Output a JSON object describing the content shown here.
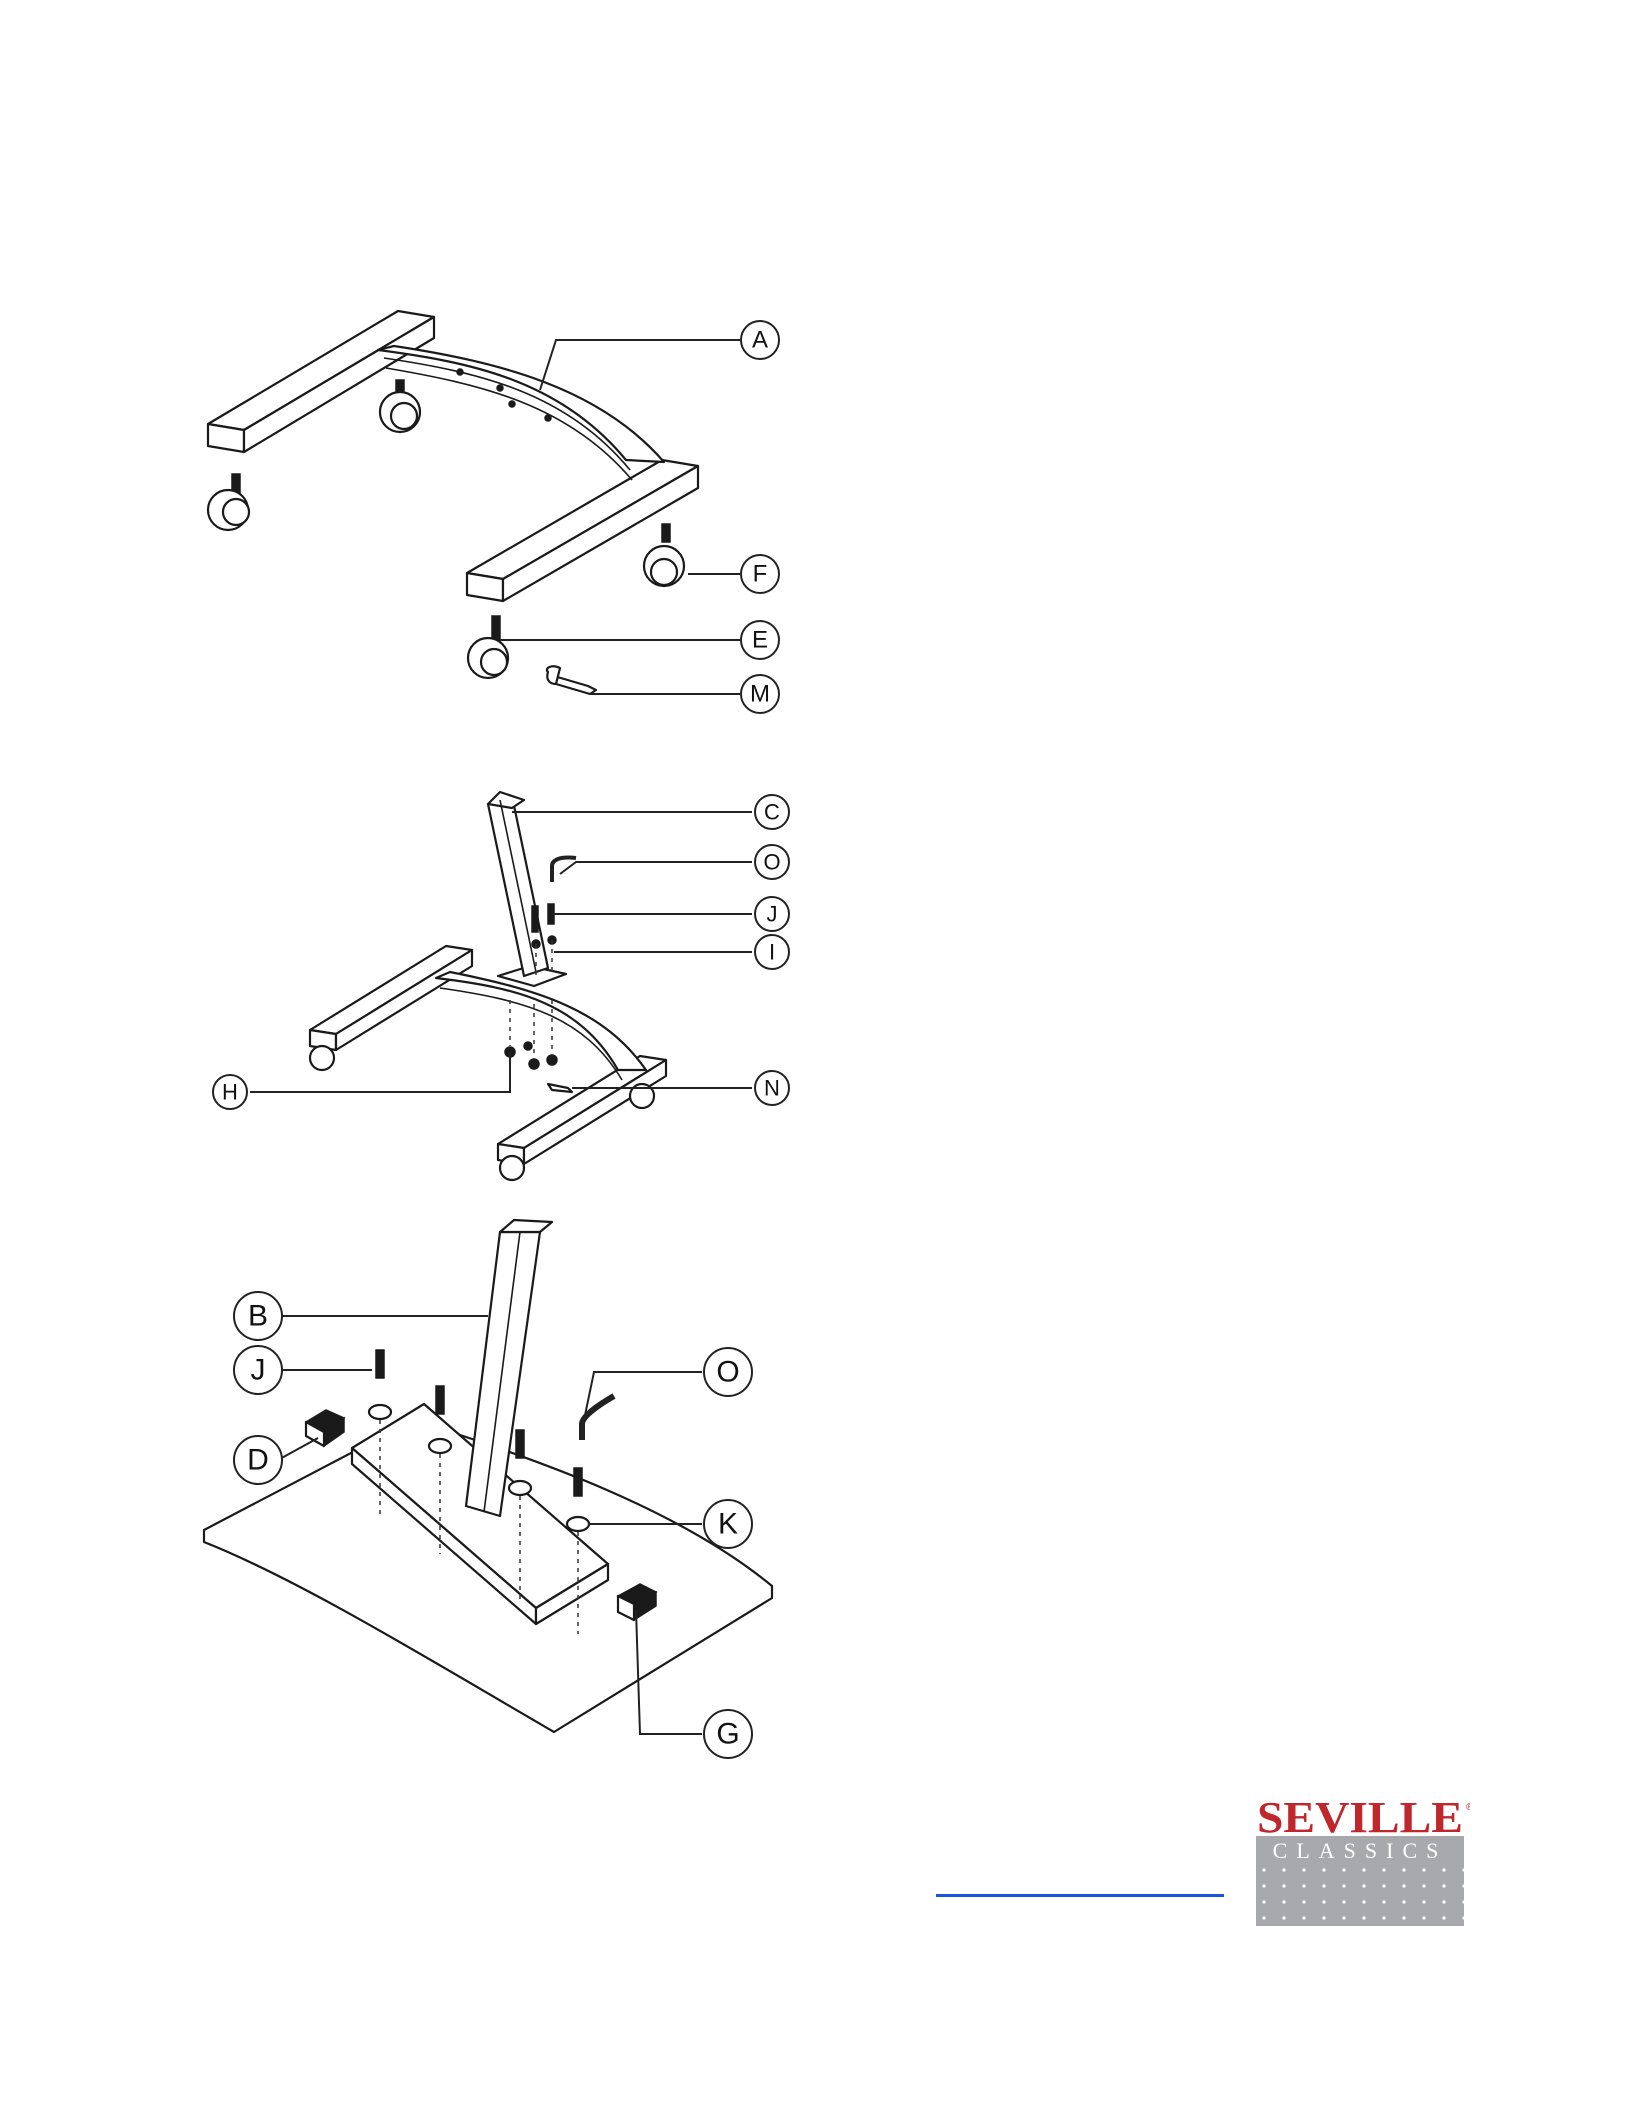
{
  "diagrams": [
    {
      "callouts": [
        "A",
        "F",
        "E",
        "M"
      ]
    },
    {
      "callouts": [
        "C",
        "O",
        "J",
        "I",
        "H",
        "N"
      ]
    },
    {
      "callouts": [
        "B",
        "J",
        "O",
        "D",
        "K",
        "G"
      ]
    }
  ],
  "logo": {
    "brand": "SEVILLE",
    "sub": "CLASSICS",
    "registered": "®"
  },
  "colors": {
    "brand_red": "#c0272d",
    "logo_grey": "#a7a9ac",
    "link_blue": "#1a56db"
  }
}
